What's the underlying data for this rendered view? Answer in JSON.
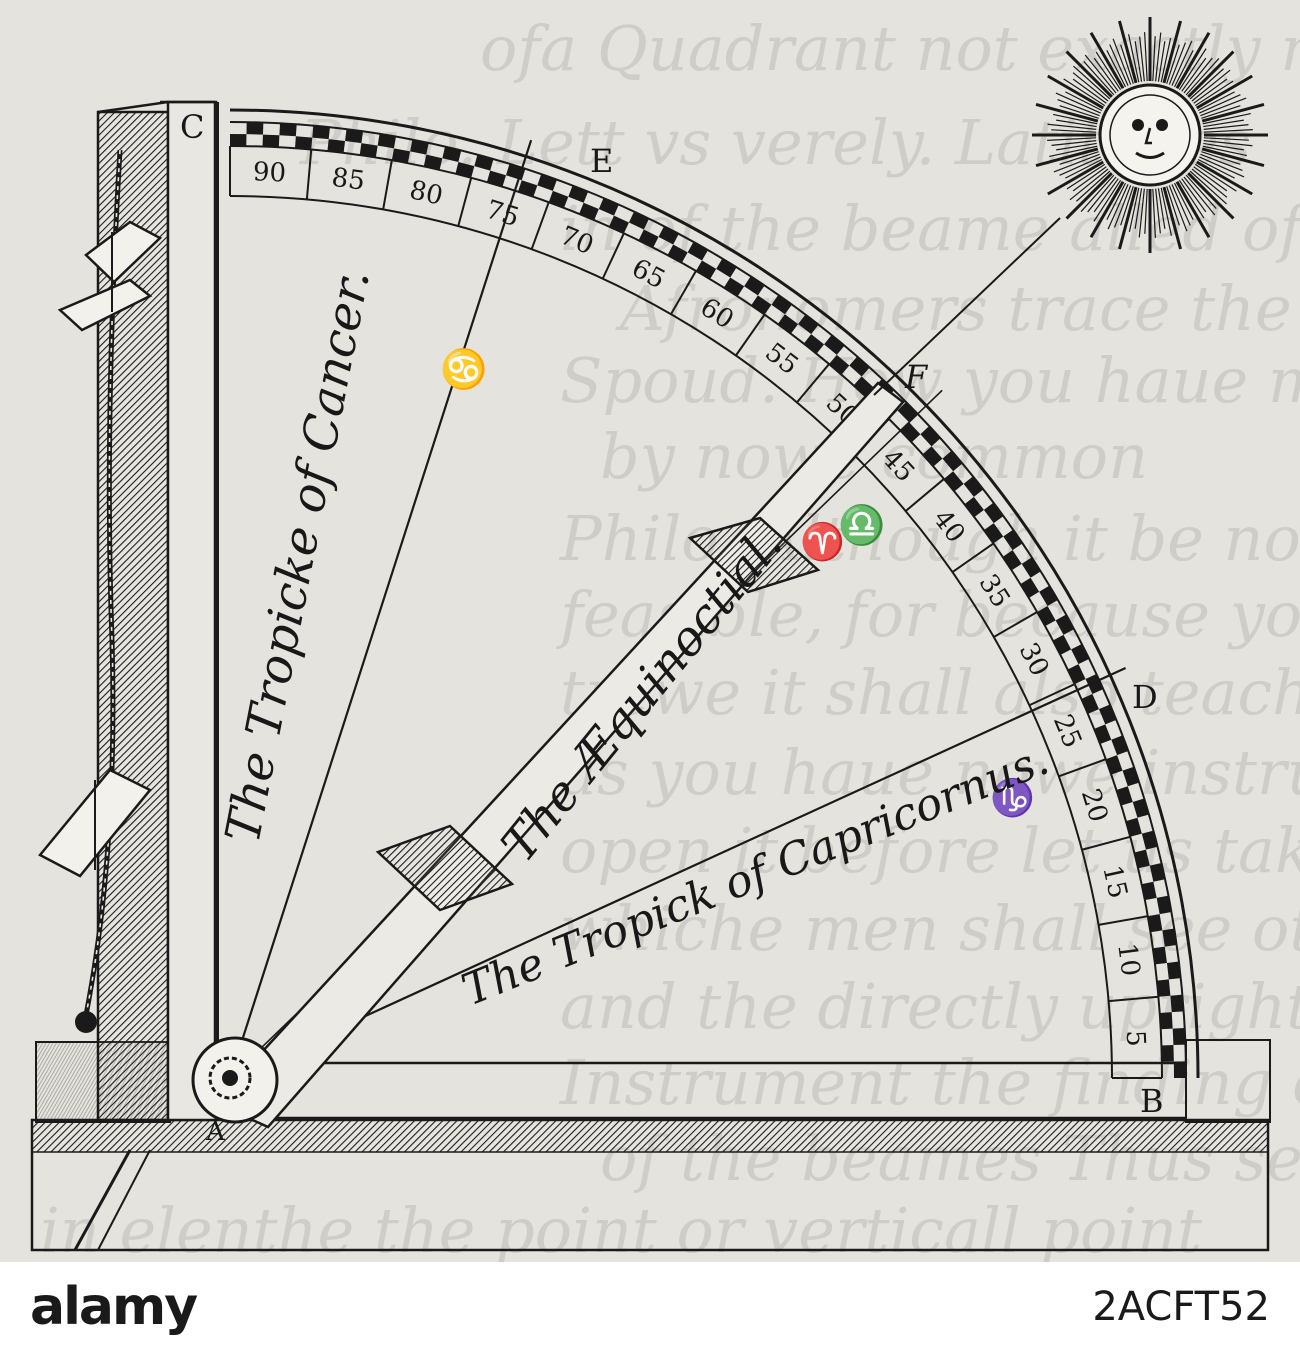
{
  "diagram": {
    "corner_labels": {
      "C": "C",
      "E": "E",
      "F": "F",
      "D": "D",
      "B": "B",
      "A": "A"
    },
    "scale_numbers": [
      "90",
      "85",
      "80",
      "75",
      "70",
      "65",
      "60",
      "55",
      "50",
      "45",
      "40",
      "35",
      "30",
      "25",
      "20",
      "15",
      "10",
      "5"
    ],
    "line_labels": {
      "cancer": "The Tropicke of Cancer.",
      "equinoctial": "The Æquinoctial.",
      "capricornus": "The Tropick of Capricornus."
    },
    "zodiac_signs": {
      "cancer": "♋",
      "libra": "♎",
      "aries": "♈",
      "capricorn": "♑"
    }
  },
  "bleed_through_lines": [
    "ofa Quadrant not exactly made, then the defe",
    "Philo. Lett vs verely. Latitudes",
    "in of the beame   alled of Hebrides",
    "Afronomers trace the sunne",
    "Spoud. How you haue made that waies of declinati",
    "by nowe common",
    "Philo.   Although it be not in a matter",
    "feasible, for because you must know",
    "trewe it shall also teache the arte",
    "as you haue nowe instructed you",
    "open it before let us take a quadrant",
    "whiche men shall see other upper than",
    "and the directly upright upon the",
    "Instrument the finding of shadowe you",
    "of the beames Thus sette D",
    "in elenthe the point or verticall point"
  ],
  "footer": {
    "logo": "alamy",
    "stock_id": "2ACFT52"
  }
}
